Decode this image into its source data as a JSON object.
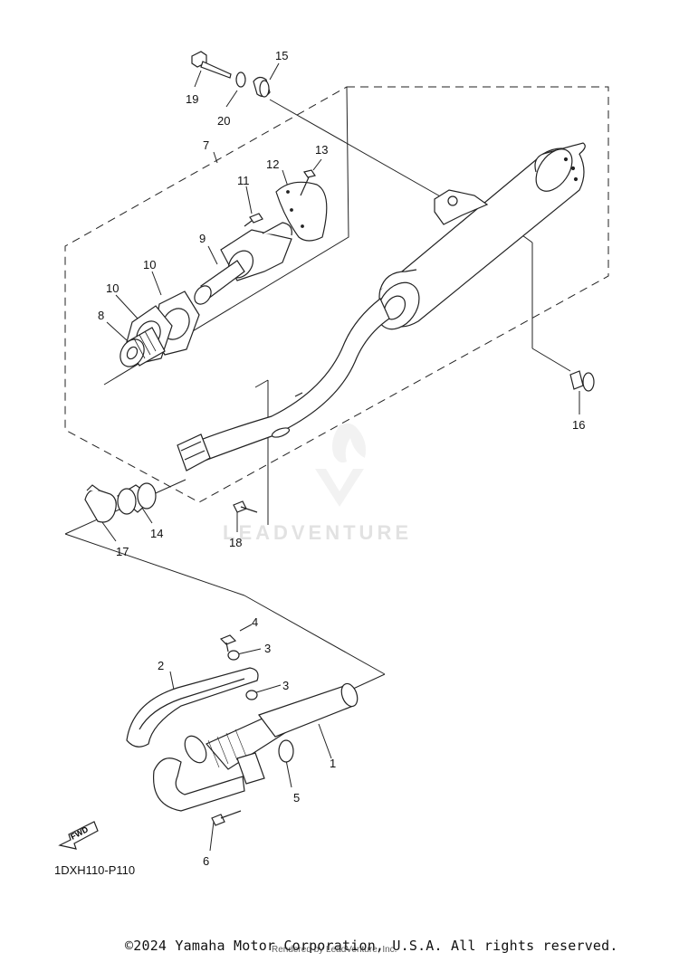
{
  "diagram": {
    "code": "1DXH110-P110",
    "fwd_label": "FWD",
    "watermark": "LEADVENTURE",
    "copyright": "©2024 Yamaha Motor Corporation, U.S.A. All rights reserved.",
    "render_note": "Rendered by LeadVenture, Inc.",
    "callouts": [
      "19",
      "20",
      "15",
      "7",
      "13",
      "12",
      "11",
      "9",
      "10",
      "10",
      "8",
      "16",
      "14",
      "17",
      "18",
      "4",
      "3",
      "2",
      "3",
      "1",
      "5",
      "6"
    ]
  }
}
